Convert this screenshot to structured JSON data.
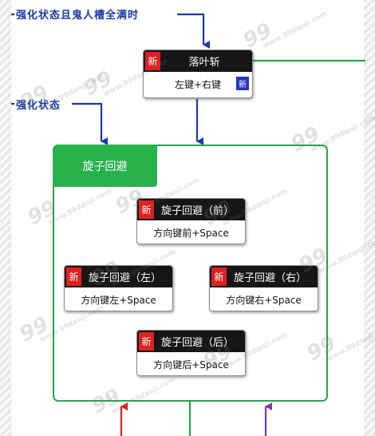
{
  "annotations": {
    "top_condition": "强化状态且鬼人槽全满时",
    "mid_condition": "强化状态"
  },
  "nodes": {
    "leaf_slash": {
      "badge": "新",
      "title": "落叶斩",
      "input": "左键+右键",
      "input_badge": "新"
    },
    "spin_front": {
      "badge": "新",
      "title": "旋子回避（前）",
      "input": "方向键前+Space"
    },
    "spin_left": {
      "badge": "新",
      "title": "旋子回避（左）",
      "input": "方向键左+Space"
    },
    "spin_right": {
      "badge": "新",
      "title": "旋子回避（右）",
      "input": "方向键右+Space"
    },
    "spin_back": {
      "badge": "新",
      "title": "旋子回避（后）",
      "input": "方向键后+Space"
    }
  },
  "group": {
    "label": "旋子回避"
  },
  "watermark": {
    "mark": "99",
    "text": "www.99danji.com"
  },
  "colors": {
    "arrow_blue": "#1a3aa8",
    "group_green": "#27a547",
    "arrow_red": "#d42020",
    "arrow_purple": "#7a3aa8",
    "badge_red": "#e02020",
    "header_black": "#161616"
  }
}
